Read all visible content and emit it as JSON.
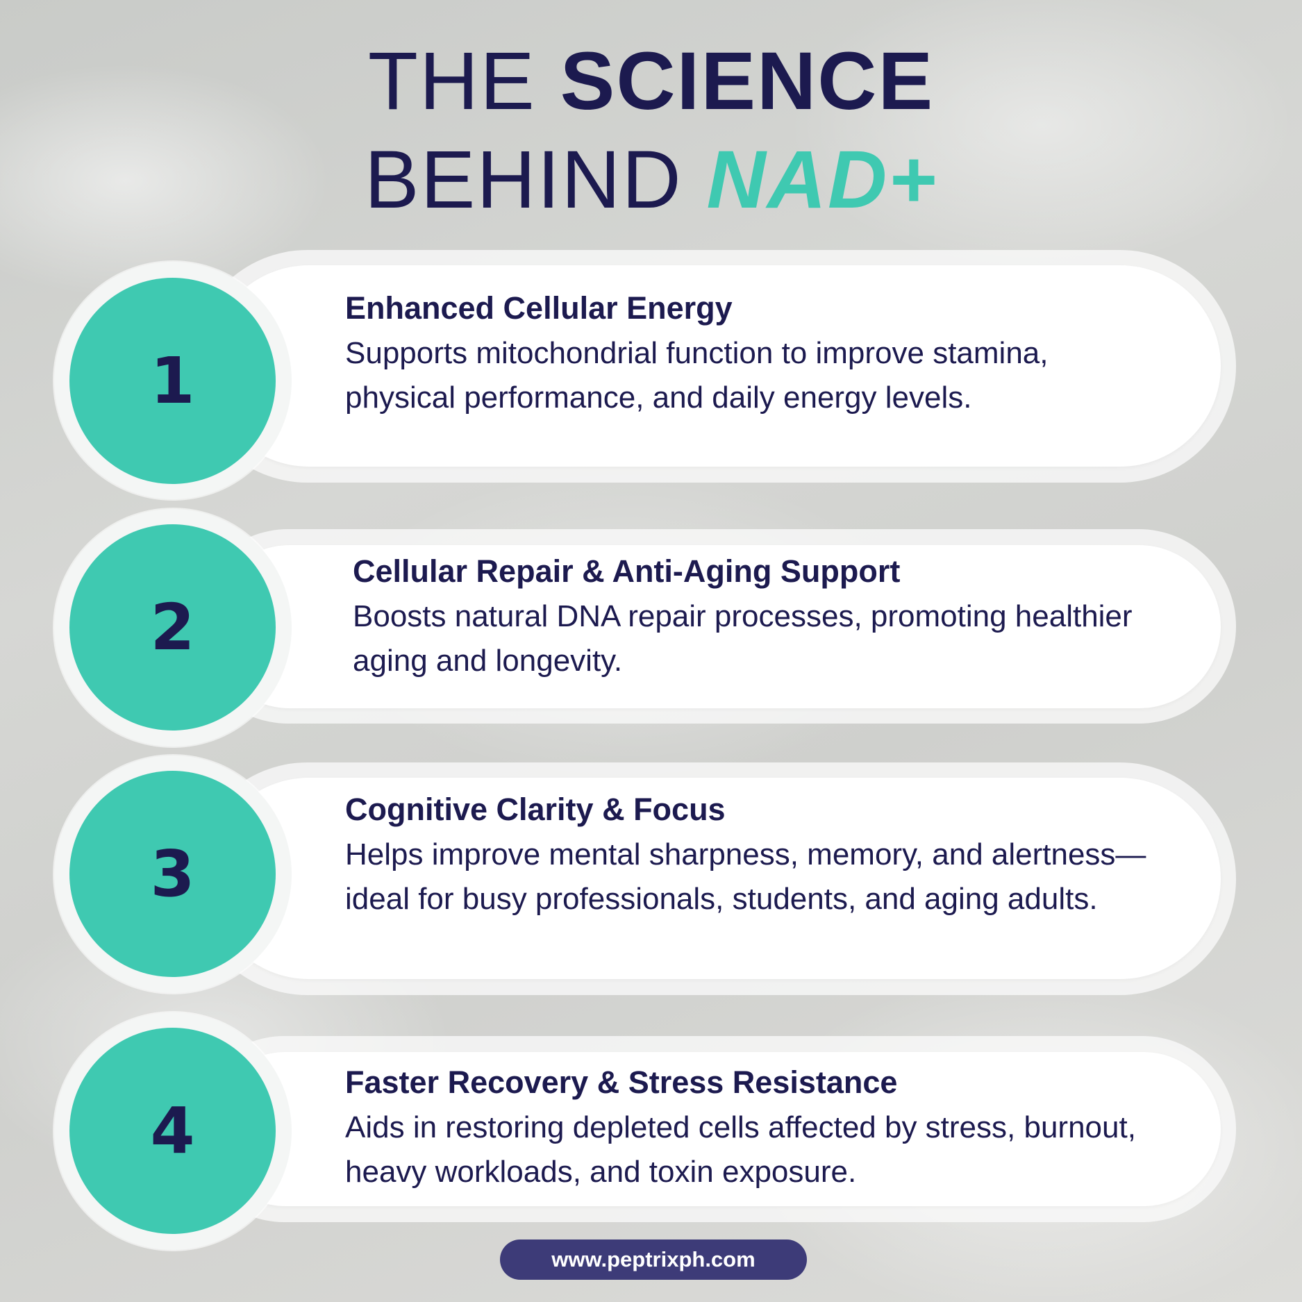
{
  "title": {
    "line1_light": "THE",
    "line1_bold": "SCIENCE",
    "line2_light": "BEHIND",
    "line2_accent": "NAD+"
  },
  "benefits": [
    {
      "number": "1",
      "title": "Enhanced Cellular Energy",
      "description": "Supports mitochondrial function to improve stamina, physical performance, and daily energy levels."
    },
    {
      "number": "2",
      "title": "Cellular Repair & Anti-Aging Support",
      "description": "Boosts natural DNA repair processes, promoting healthier aging and longevity."
    },
    {
      "number": "3",
      "title": "Cognitive Clarity & Focus",
      "description": "Helps improve mental sharpness, memory, and alertness—ideal for busy professionals, students, and aging adults."
    },
    {
      "number": "4",
      "title": "Faster Recovery & Stress Resistance",
      "description": "Aids in restoring depleted cells affected by stress, burnout, heavy workloads, and toxin exposure."
    }
  ],
  "footer": {
    "url": "www.peptrixph.com"
  },
  "colors": {
    "navy": "#1c1a4f",
    "teal": "#3fc9b1",
    "badge": "#3d3b78"
  }
}
